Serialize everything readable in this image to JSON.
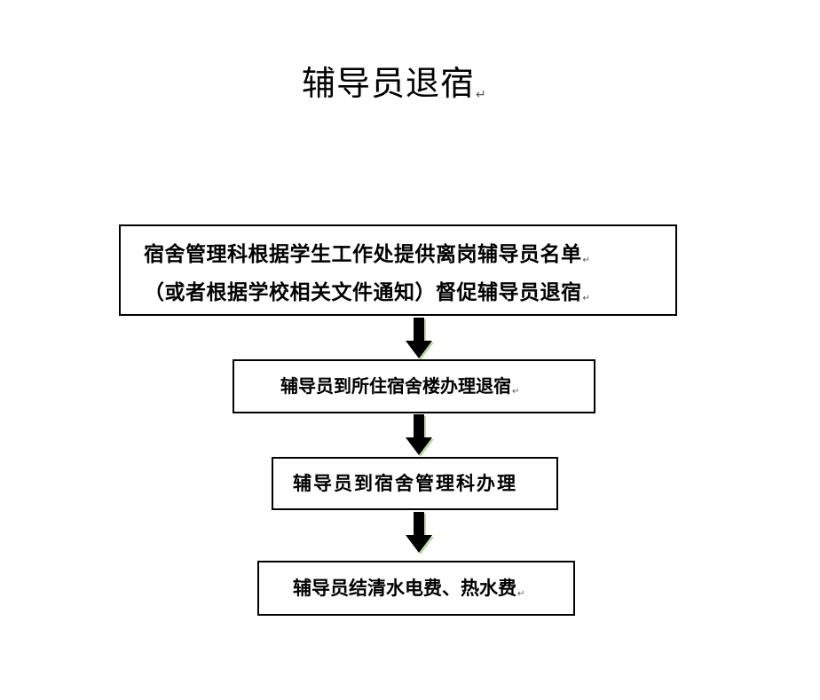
{
  "title": "辅导员退宿",
  "return_mark": "↵",
  "steps": [
    {
      "lines": [
        "宿舍管理科根据学生工作处提供离岗辅导员名单",
        "（或者根据学校相关文件通知）督促辅导员退宿"
      ]
    },
    {
      "text": "辅导员到所住宿舍楼办理退宿"
    },
    {
      "text": "辅导员到宿舍管理科办理"
    },
    {
      "text": "辅导员结清水电费、热水费"
    }
  ],
  "colors": {
    "border": "#000000",
    "arrow_fill": "#000000",
    "arrow_shadow": "#bcd9a3"
  }
}
